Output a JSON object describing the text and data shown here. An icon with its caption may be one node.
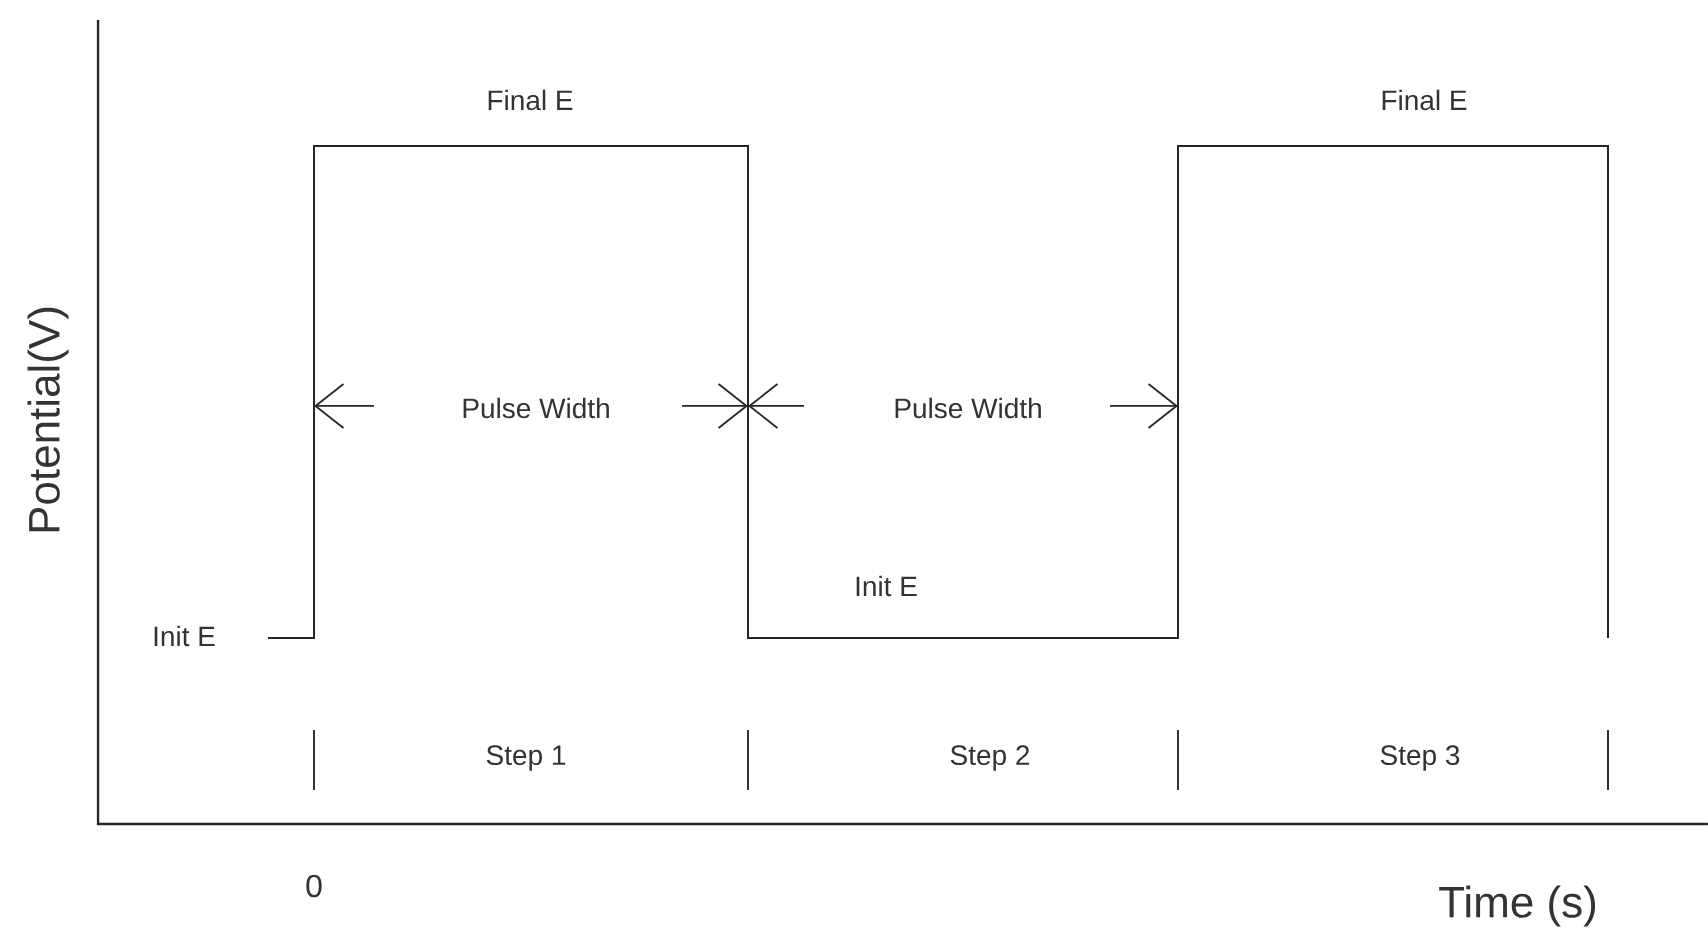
{
  "diagram": {
    "labels": [
      "Final E",
      "Final E",
      "Potential(V)",
      "Pulse Width",
      "Pulse Width",
      "Init E",
      "Init E",
      "Step 1",
      "Step 2",
      "Step 3",
      "0",
      "Time (s)"
    ]
  }
}
